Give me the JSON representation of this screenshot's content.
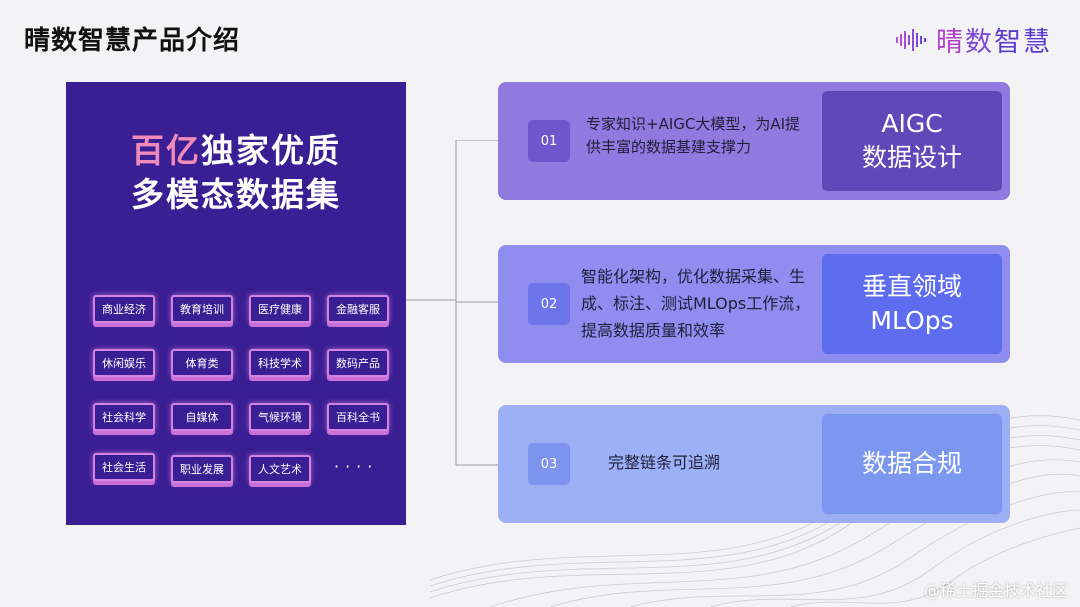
{
  "page": {
    "title": "晴数智慧产品介绍"
  },
  "logo": {
    "icon": "waveform-icon",
    "chars": [
      "晴",
      "数",
      "智慧"
    ]
  },
  "left_panel": {
    "hero_highlight": "百亿",
    "hero_line1_rest": "独家优质",
    "hero_line2": "多模态数据集",
    "tags": [
      "商业经济",
      "教育培训",
      "医疗健康",
      "金融客服",
      "休闲娱乐",
      "体育类",
      "科技学术",
      "数码产品",
      "社会科学",
      "自媒体",
      "气候环境",
      "百科全书",
      "社会生活",
      "职业发展",
      "人文艺术"
    ],
    "more": "····"
  },
  "cards": [
    {
      "num": "01",
      "desc": "专家知识+AIGC大模型，为AI提供丰富的数据基建支撑力",
      "badge_line1": "AIGC",
      "badge_line2": "数据设计"
    },
    {
      "num": "02",
      "desc": "智能化架构，优化数据采集、生成、标注、测试MLOps工作流，提高数据质量和效率",
      "badge_line1": "垂直领域",
      "badge_line2": "MLOps"
    },
    {
      "num": "03",
      "desc": "完整链条可追溯",
      "badge_line1": "数据合规",
      "badge_line2": ""
    }
  ],
  "watermark": "@稀土掘金技术社区",
  "colors": {
    "panel_bg": "#3a1e94",
    "hero_highlight": "#f08ab8",
    "card1": "#907ae0",
    "card2": "#8f8ef0",
    "card3": "#9cb0f6"
  }
}
